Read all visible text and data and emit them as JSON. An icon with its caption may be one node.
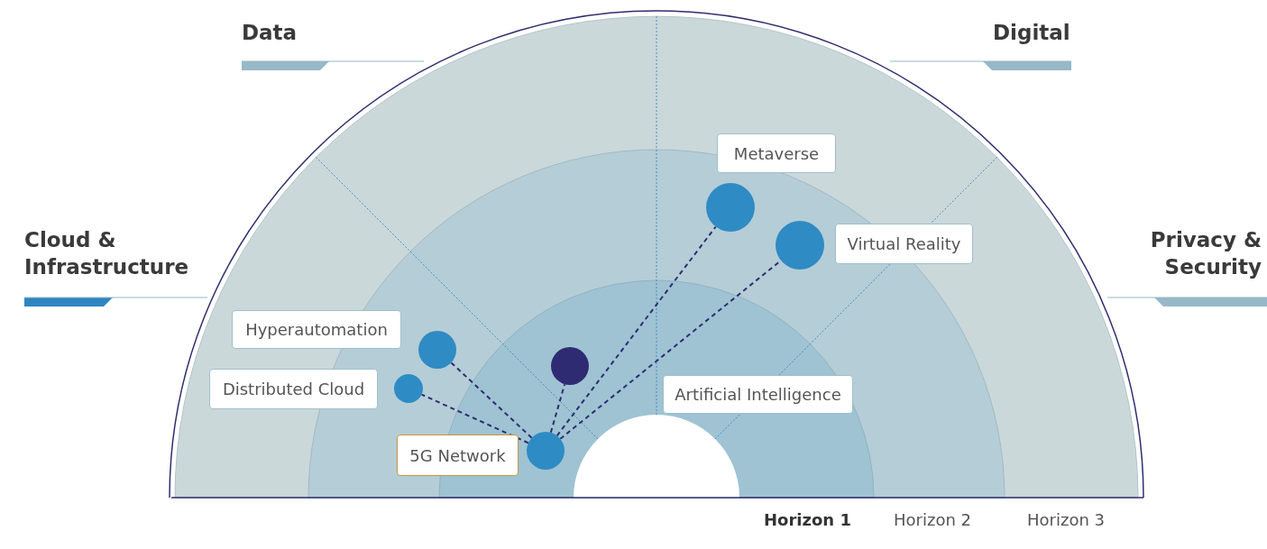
{
  "diagram": {
    "nodes": [
      {
        "text": [
          "Metaverse"
        ]
      },
      {
        "text": [],
        "shape": "circle"
      },
      {
        "text": [
          "Virtual Reality"
        ]
      },
      {
        "text": [],
        "shape": "circle"
      },
      {
        "text": [
          "Hyperautomation"
        ]
      },
      {
        "text": [],
        "shape": "circle"
      },
      {
        "text": [
          "Artificial Intelligence"
        ]
      },
      {
        "text": [],
        "shape": "circle"
      },
      {
        "text": [
          "Distributed Cloud"
        ]
      },
      {
        "text": [],
        "shape": "circle"
      },
      {
        "text": [
          "5G Network"
        ]
      },
      {
        "text": [],
        "shape": "circle"
      }
    ],
    "edges": [
      {
        "from": 11,
        "to": 1,
        "arrow": "none",
        "style": "dashed"
      },
      {
        "from": 11,
        "to": 3,
        "arrow": "none",
        "style": "dashed"
      },
      {
        "from": 11,
        "to": 5,
        "arrow": "none",
        "style": "dashed"
      },
      {
        "from": 11,
        "to": 7,
        "arrow": "none",
        "style": "dashed"
      },
      {
        "from": 11,
        "to": 9,
        "arrow": "none",
        "style": "dashed"
      }
    ],
    "labels": [
      "Data",
      "Digital",
      "Cloud & Infrastructure",
      "Privacy & Security",
      "Horizon 1",
      "Horizon 2",
      "Horizon 3"
    ]
  }
}
